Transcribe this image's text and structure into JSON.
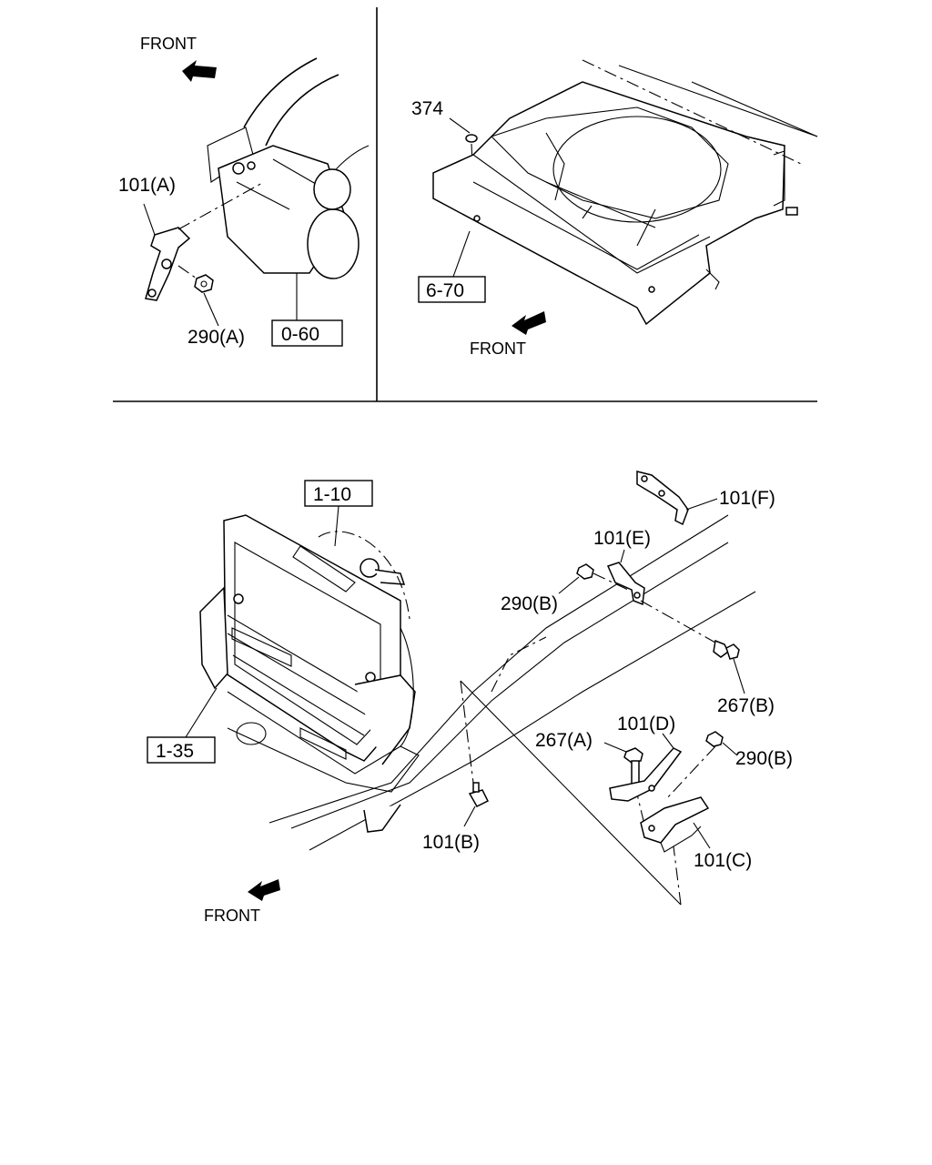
{
  "upper_left": {
    "front_label": "FRONT",
    "callouts": {
      "bracket_a": "101(A)",
      "nut_a": "290(A)",
      "ref_box": "0-60"
    }
  },
  "upper_right": {
    "front_label": "FRONT",
    "callouts": {
      "plug": "374",
      "ref_box": "6-70"
    }
  },
  "lower": {
    "front_label": "FRONT",
    "callouts": {
      "ref_box_radiator": "1-10",
      "ref_box_cooler": "1-35",
      "bracket_f": "101(F)",
      "bracket_e": "101(E)",
      "nut_b_top": "290(B)",
      "bolt_b": "267(B)",
      "bracket_d": "101(D)",
      "bolt_a": "267(A)",
      "nut_b_bottom": "290(B)",
      "bracket_b": "101(B)",
      "bracket_c": "101(C)"
    }
  }
}
